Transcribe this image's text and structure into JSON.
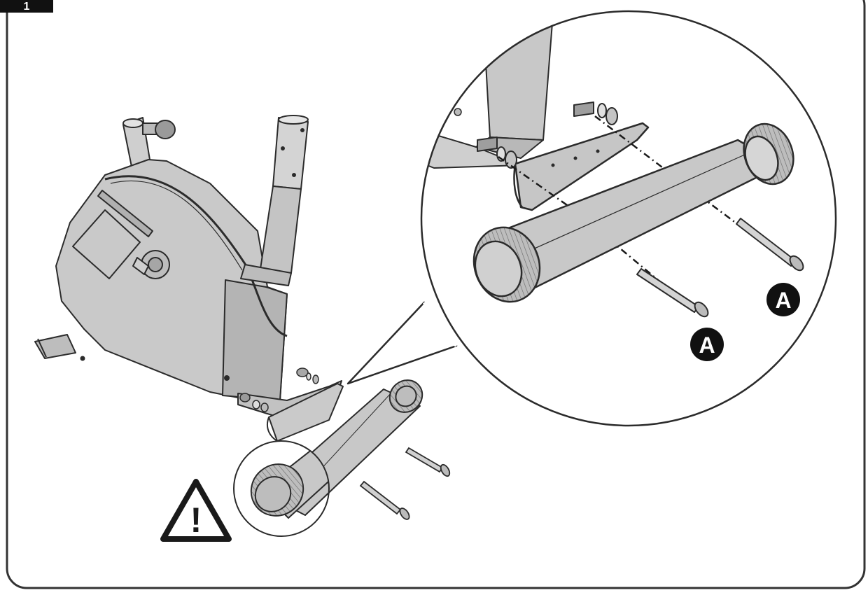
{
  "step": {
    "number": "1"
  },
  "callouts": [
    {
      "letter": "A"
    },
    {
      "letter": "A"
    }
  ],
  "warning": {
    "icon": "warning-triangle-icon",
    "symbol": "!"
  },
  "colors": {
    "frame_border": "#333333",
    "part_fill": "#c9c9c9",
    "part_fill_dark": "#a8a8a8",
    "part_fill_light": "#dedede",
    "outline": "#2b2b2b",
    "badge": "#111111",
    "badge_text": "#ffffff"
  }
}
